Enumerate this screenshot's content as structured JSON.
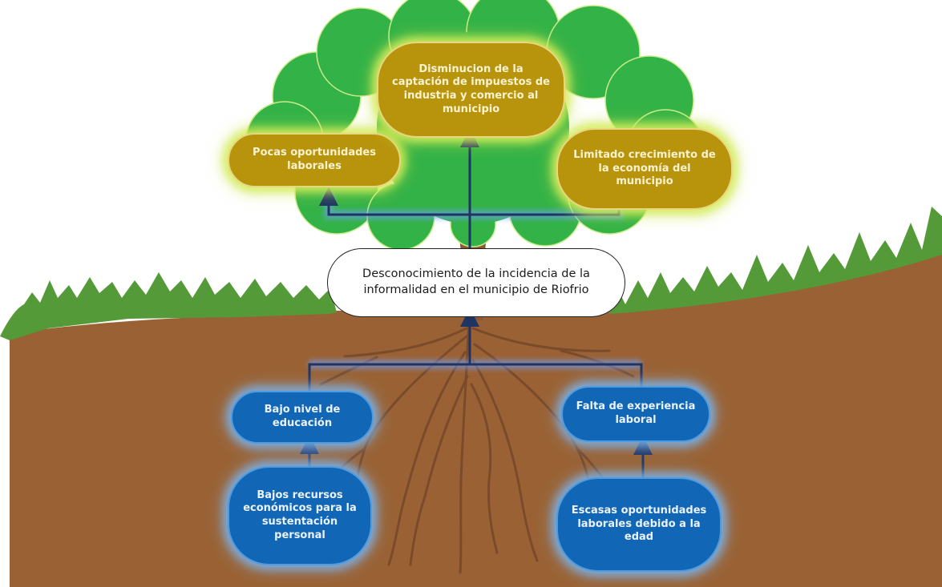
{
  "diagram": {
    "type": "problem-tree",
    "central_problem": "Desconocimiento de la incidencia de la informalidad en el municipio de Riofrio",
    "effects": {
      "left": "Pocas oportunidades laborales",
      "center": "Disminucion de la captación de impuestos de industria y comercio al municipio",
      "right": "Limitado crecimiento de la economía del municipio"
    },
    "causes": {
      "left_direct": "Bajo nivel de educación",
      "left_root": "Bajos recursos económicos para la sustentación personal",
      "right_direct": "Falta de experiencia laboral",
      "right_root": "Escasas oportunidades laborales debido a la edad"
    }
  },
  "colors": {
    "soil": "#9a6234",
    "grass": "#549a38",
    "foliage": "#33b247",
    "trunk": "#8b5a35",
    "roots": "#7a4a2a",
    "effect_box": "#b8930c",
    "cause_box": "#1167b5",
    "connector": "#1f3463"
  }
}
